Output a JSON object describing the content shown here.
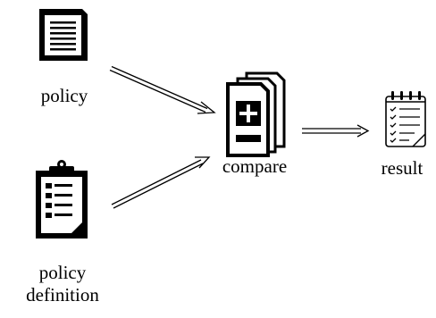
{
  "nodes": {
    "policy": {
      "label": "policy",
      "icon": "document-icon"
    },
    "policy_definition": {
      "label_line1": "policy",
      "label_line2": "definition",
      "icon": "clipboard-list-icon"
    },
    "compare": {
      "label": "compare",
      "icon": "diff-files-icon"
    },
    "result": {
      "label": "result",
      "icon": "checklist-notepad-icon"
    }
  },
  "edges": [
    {
      "from": "policy",
      "to": "compare",
      "style": "double-line-open-arrow"
    },
    {
      "from": "policy_definition",
      "to": "compare",
      "style": "double-line-open-arrow"
    },
    {
      "from": "compare",
      "to": "result",
      "style": "double-line-open-arrow"
    }
  ],
  "colors": {
    "ink": "#000000",
    "background": "#ffffff"
  }
}
